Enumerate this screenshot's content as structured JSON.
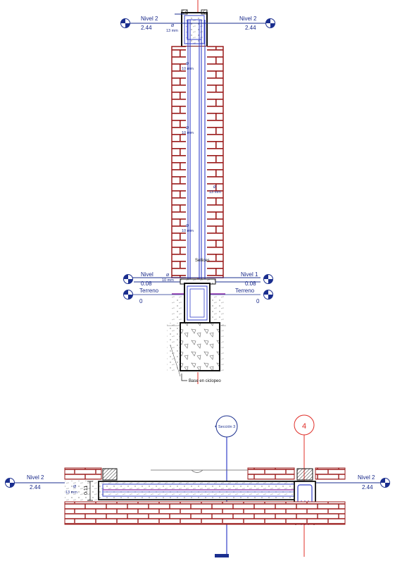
{
  "colors": {
    "brick": "#9b1c1c",
    "rebar": "#3340c8",
    "grid_red": "#e0302a",
    "ink": "#111111",
    "concrete": "#b9b9b9",
    "level_marker": "#1b2f8f"
  },
  "upper_section": {
    "levels": [
      {
        "name": "Nivel 2",
        "elevation": "2.44"
      },
      {
        "name": "Nivel 2",
        "elevation": "2.44"
      },
      {
        "name": "Nivel",
        "elevation": "0.08"
      },
      {
        "name": "Nivel 1",
        "elevation": "0.08"
      },
      {
        "name": "Terreno",
        "elevation": "0"
      },
      {
        "name": "Terreno",
        "elevation": "0"
      }
    ],
    "rebar_labels": [
      {
        "symbol": "Ø",
        "size": "13 mm"
      },
      {
        "symbol": "Ø",
        "size": "10 mm"
      },
      {
        "symbol": "Ø",
        "size": "10 mm"
      },
      {
        "symbol": "Ø",
        "size": "13 mm"
      },
      {
        "symbol": "Ø",
        "size": "10 mm"
      },
      {
        "symbol": "Ø",
        "size": "10 mm"
      }
    ],
    "notes": {
      "center_label": "Sellices",
      "base_label": "Base en ciclopeo"
    }
  },
  "lower_section": {
    "levels": [
      {
        "name": "Nivel 2",
        "elevation": "2.44"
      },
      {
        "name": "Nivel 2",
        "elevation": "2.44"
      }
    ],
    "rebar_label": {
      "symbol": "Ø",
      "size": "13 mm"
    },
    "dimension": "0.11",
    "section_tag": "Sección 3",
    "grid_tag": "4"
  }
}
